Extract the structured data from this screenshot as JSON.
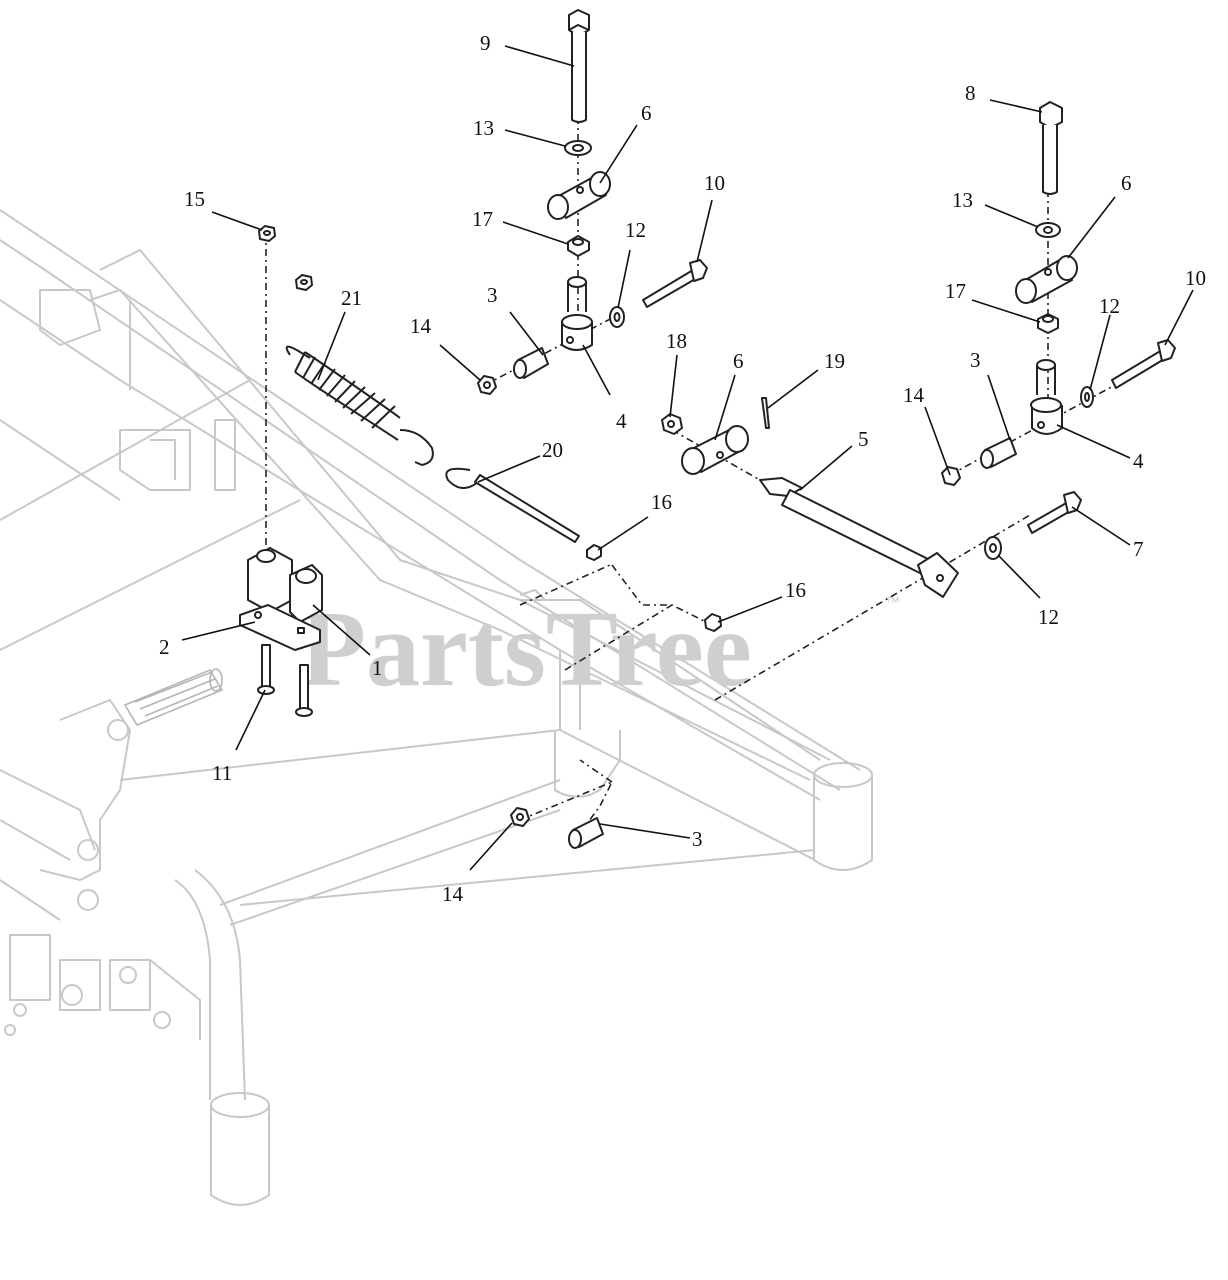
{
  "watermark": {
    "text": "PartsTree",
    "trademark": "™"
  },
  "callouts": [
    {
      "id": "c9a",
      "label": "9"
    },
    {
      "id": "c13a",
      "label": "13"
    },
    {
      "id": "c6a",
      "label": "6"
    },
    {
      "id": "c17a",
      "label": "17"
    },
    {
      "id": "c12a",
      "label": "12"
    },
    {
      "id": "c10a",
      "label": "10"
    },
    {
      "id": "c3a",
      "label": "3"
    },
    {
      "id": "c14a",
      "label": "14"
    },
    {
      "id": "c4a",
      "label": "4"
    },
    {
      "id": "c15",
      "label": "15"
    },
    {
      "id": "c21",
      "label": "21"
    },
    {
      "id": "c18",
      "label": "18"
    },
    {
      "id": "c6b",
      "label": "6"
    },
    {
      "id": "c19",
      "label": "19"
    },
    {
      "id": "c20",
      "label": "20"
    },
    {
      "id": "c5",
      "label": "5"
    },
    {
      "id": "c16a",
      "label": "16"
    },
    {
      "id": "c8",
      "label": "8"
    },
    {
      "id": "c13b",
      "label": "13"
    },
    {
      "id": "c6c",
      "label": "6"
    },
    {
      "id": "c17b",
      "label": "17"
    },
    {
      "id": "c12b",
      "label": "12"
    },
    {
      "id": "c10b",
      "label": "10"
    },
    {
      "id": "c3b",
      "label": "3"
    },
    {
      "id": "c14b",
      "label": "14"
    },
    {
      "id": "c4b",
      "label": "4"
    },
    {
      "id": "c7",
      "label": "7"
    },
    {
      "id": "c12c",
      "label": "12"
    },
    {
      "id": "c16b",
      "label": "16"
    },
    {
      "id": "c2",
      "label": "2"
    },
    {
      "id": "c1",
      "label": "1"
    },
    {
      "id": "c11",
      "label": "11"
    },
    {
      "id": "c3c",
      "label": "3"
    },
    {
      "id": "c14c",
      "label": "14"
    }
  ]
}
